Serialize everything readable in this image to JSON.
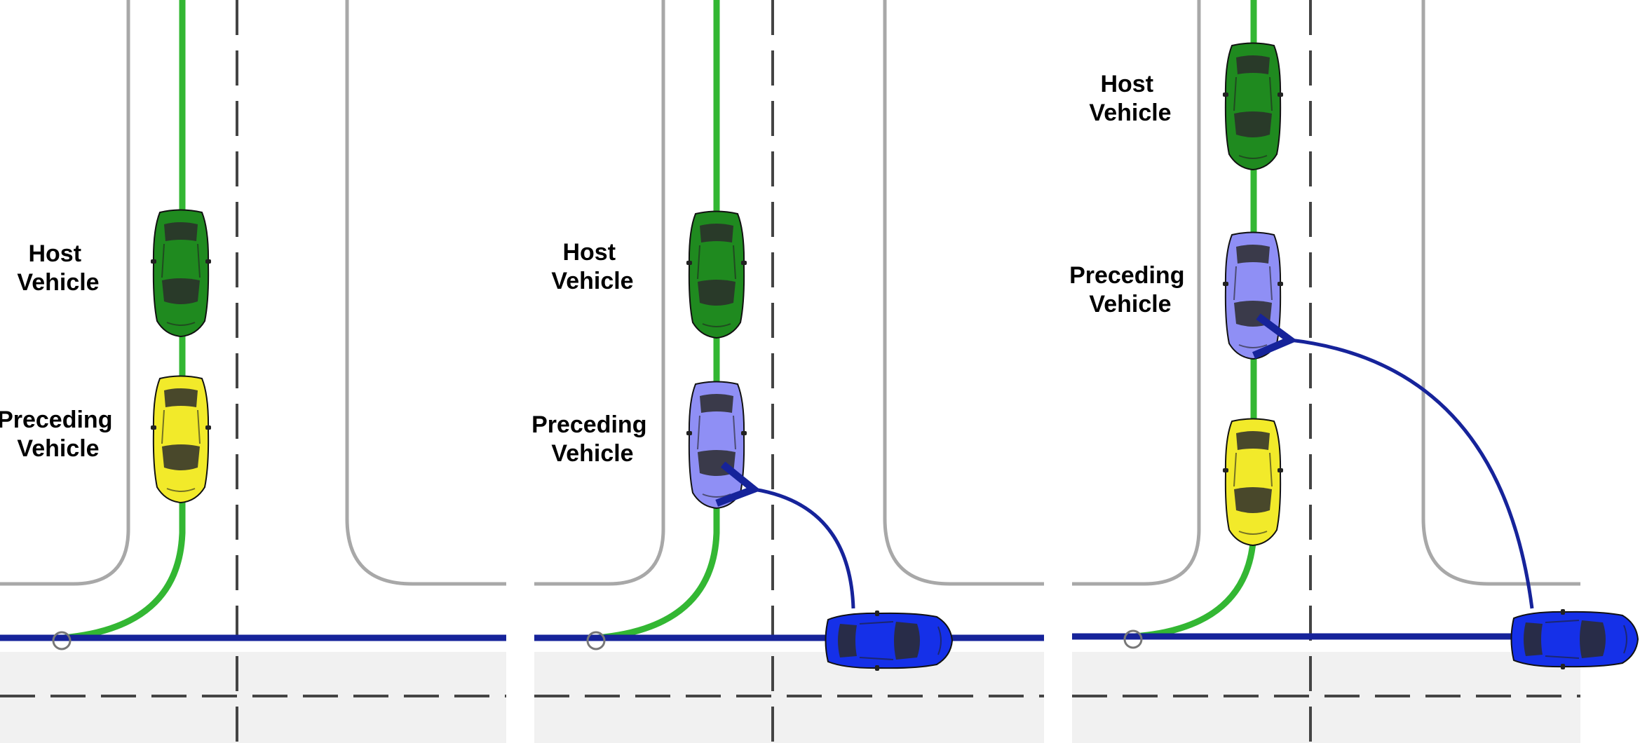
{
  "colors": {
    "host": "#1f8a1f",
    "preceding_original": "#f2ea2a",
    "preceding_virtual": "#8f8ff5",
    "crossing": "#1530e8",
    "host_path": "#33b733",
    "crossing_path": "#16239a",
    "curb": "#a8a8a8",
    "lane_marking": "#444444"
  },
  "icons": {
    "vehicle": "car-top-view-icon",
    "arrow": "curved-arrow-icon",
    "waypoint": "waypoint-circle-icon"
  },
  "panels": [
    {
      "host_label": [
        "Host",
        "Vehicle"
      ],
      "preceding_label": [
        "Preceding",
        "Vehicle"
      ],
      "preceding_style": "original",
      "crossing_vehicle_shown": false,
      "assignment_arrow_shown": false
    },
    {
      "host_label": [
        "Host",
        "Vehicle"
      ],
      "preceding_label": [
        "Preceding",
        "Vehicle"
      ],
      "preceding_style": "virtual",
      "crossing_vehicle_shown": true,
      "assignment_arrow_shown": true
    },
    {
      "host_label": [
        "Host",
        "Vehicle"
      ],
      "preceding_label": [
        "Preceding",
        "Vehicle"
      ],
      "preceding_style": "virtual",
      "original_preceding_shown": true,
      "crossing_vehicle_shown": true,
      "assignment_arrow_shown": true
    }
  ]
}
